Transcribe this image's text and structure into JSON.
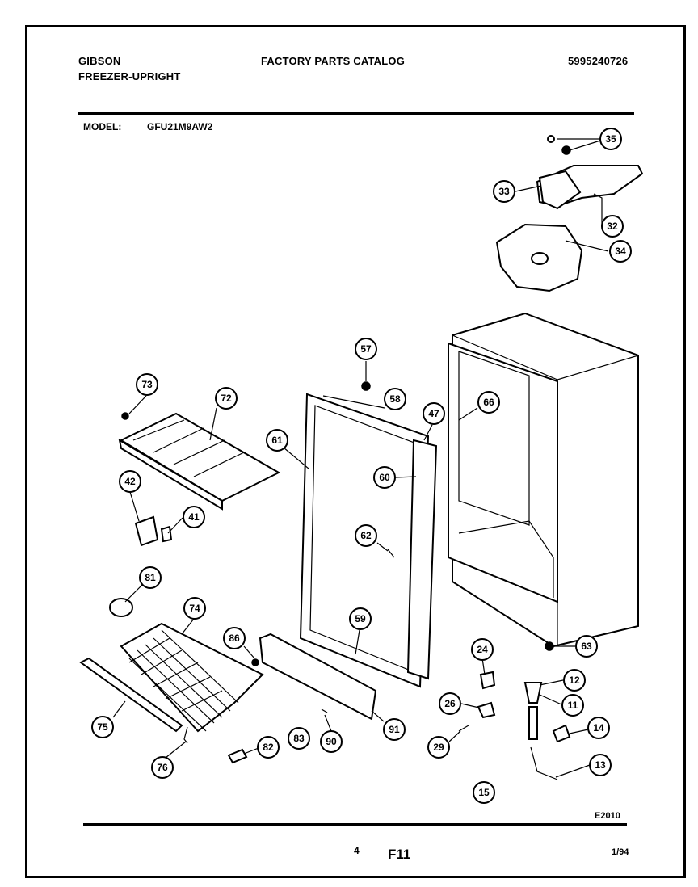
{
  "header": {
    "brand": "GIBSON",
    "product_type": "FREEZER-UPRIGHT",
    "catalog_title": "FACTORY PARTS CATALOG",
    "catalog_number": "5995240726"
  },
  "model": {
    "label": "MODEL:",
    "value": "GFU21M9AW2"
  },
  "diagram": {
    "callouts": [
      "35",
      "33",
      "32",
      "34",
      "57",
      "58",
      "47",
      "66",
      "73",
      "72",
      "61",
      "60",
      "62",
      "42",
      "41",
      "81",
      "74",
      "86",
      "59",
      "24",
      "63",
      "12",
      "11",
      "26",
      "75",
      "76",
      "82",
      "83",
      "90",
      "91",
      "29",
      "14",
      "13",
      "15"
    ],
    "code": "E2010"
  },
  "footer": {
    "page_number": "4",
    "section": "F11",
    "date": "1/94"
  }
}
